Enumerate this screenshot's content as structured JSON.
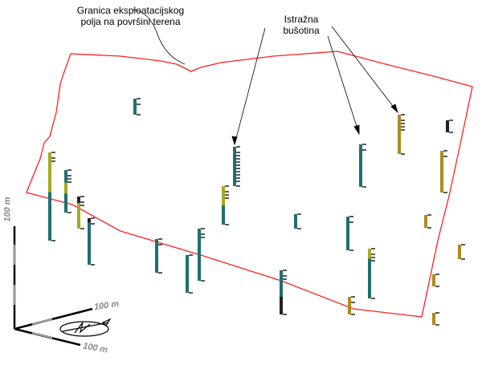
{
  "annotations": {
    "boundary_label_line1": "Granica eksploatacijskog",
    "boundary_label_line2": "polja na površini terena",
    "borehole_label_line1": "Istražna",
    "borehole_label_line2": "bušotina"
  },
  "axes": {
    "vertical": "100 m",
    "x": "100 m",
    "y": "100 m"
  },
  "colors": {
    "boundary": "#ff2020",
    "teal": "#1f6f6f",
    "olive": "#a8a820",
    "gold": "#b08a20",
    "dark": "#222222"
  }
}
